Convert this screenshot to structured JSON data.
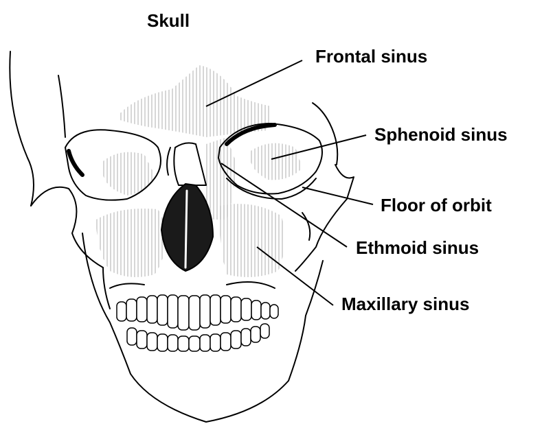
{
  "title": "Skull",
  "labels": {
    "frontal": "Frontal sinus",
    "sphenoid": "Sphenoid sinus",
    "floor": "Floor of orbit",
    "ethmoid": "Ethmoid sinus",
    "maxillary": "Maxillary sinus"
  },
  "colors": {
    "ink": "#000000",
    "hatch": "#b0b0b0",
    "background": "#ffffff"
  }
}
